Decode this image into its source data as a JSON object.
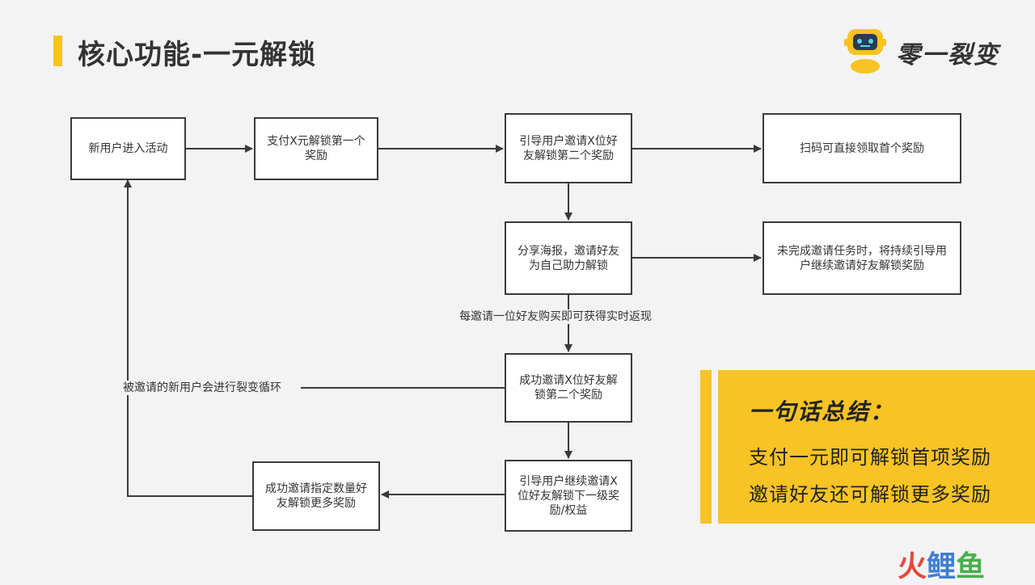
{
  "header": {
    "title": "核心功能-一元解锁"
  },
  "logo": {
    "text": "零一裂变",
    "icon": "robot-icon"
  },
  "flow": {
    "nodes": {
      "new_user": "新用户进入活动",
      "pay_unlock": "支付X元解锁第一个奖励",
      "guide_invite": "引导用户邀请X位好友解锁第二个奖励",
      "scan_reward": "扫码可直接领取首个奖励",
      "share_poster": "分享海报，邀请好友为自己助力解锁",
      "incomplete": "未完成邀请任务时，将持续引导用户继续邀请好友解锁奖励",
      "success_invite": "成功邀请X位好友解锁第二个奖励",
      "continue_invite": "引导用户继续邀请X位好友解锁下一级奖励/权益",
      "success_count": "成功邀请指定数量好友解锁更多奖励"
    },
    "edge_labels": {
      "cashback": "每邀请一位好友购买即可获得实时返现",
      "loop": "被邀请的新用户会进行裂变循环"
    }
  },
  "summary": {
    "heading": "一句话总结：",
    "line1": "支付一元即可解锁首项奖励",
    "line2": "邀请好友还可解锁更多奖励"
  },
  "watermark": {
    "part1": "火",
    "part2": "鲤",
    "part3": "鱼"
  },
  "colors": {
    "accent": "#f7c325",
    "stroke": "#3a3a3a",
    "background": "#f3f3f3"
  }
}
